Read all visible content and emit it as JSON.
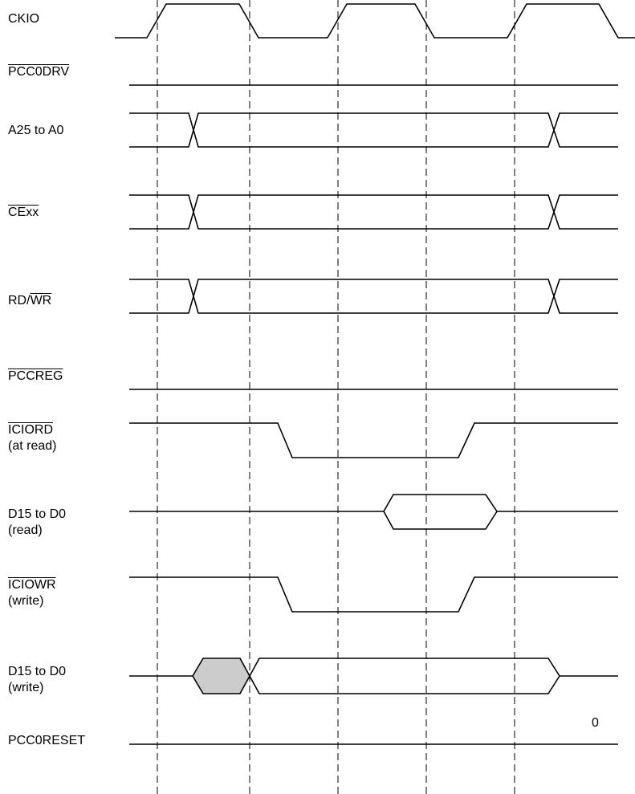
{
  "signals": [
    {
      "key": "ckio",
      "line1": "CKIO",
      "line2": "",
      "overbar": false
    },
    {
      "key": "pcc0drv",
      "line1": "PCC0DRV",
      "line2": "",
      "overbar": true
    },
    {
      "key": "address",
      "line1": "A25 to A0",
      "line2": "",
      "overbar": false
    },
    {
      "key": "cexx",
      "line1": "CExx",
      "line2": "",
      "overbar": true
    },
    {
      "key": "rdwr",
      "line1_prefix": "RD/",
      "line1_overbar": "WR",
      "line2": ""
    },
    {
      "key": "pccreg",
      "line1": "PCCREG",
      "line2": "",
      "overbar": true
    },
    {
      "key": "iciord",
      "line1": "ICIORD",
      "line2": "(at read)",
      "overbar": true
    },
    {
      "key": "data-read",
      "line1": "D15 to D0",
      "line2": "(read)",
      "overbar": false
    },
    {
      "key": "iciowr",
      "line1": "ICIOWR",
      "line2": "(write)",
      "overbar": true
    },
    {
      "key": "data-write",
      "line1": "D15 to D0",
      "line2": "(write)",
      "overbar": false
    },
    {
      "key": "pcc0reset",
      "line1": "PCC0RESET",
      "line2": "",
      "overbar": false
    }
  ],
  "pcc0reset_value": "0",
  "colors": {
    "line": "#000000",
    "shaded_bus": "#cccccc",
    "background": "#ffffff"
  }
}
